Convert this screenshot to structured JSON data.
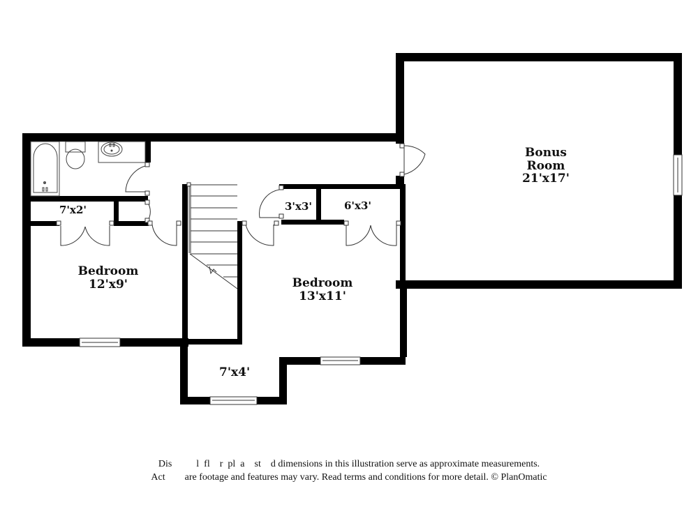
{
  "floorplan": {
    "rooms": [
      {
        "id": "bonus-room",
        "name": "Bonus Room",
        "name_line1": "Bonus",
        "name_line2": "Room",
        "dimensions": "21'x17'"
      },
      {
        "id": "bedroom-left",
        "name": "Bedroom",
        "dimensions": "12'x9'"
      },
      {
        "id": "bedroom-right",
        "name": "Bedroom",
        "dimensions": "13'x11'"
      },
      {
        "id": "closet-left",
        "dimensions": "7'x2'"
      },
      {
        "id": "closet-small",
        "dimensions": "3'x3'"
      },
      {
        "id": "closet-right",
        "dimensions": "6'x3'"
      },
      {
        "id": "alcove",
        "dimensions": "7'x4'"
      }
    ],
    "fixtures": [
      "bathtub",
      "toilet",
      "sink",
      "stairs"
    ],
    "colors": {
      "wall": "#000000",
      "background": "#ffffff",
      "line": "#333333"
    }
  },
  "disclaimer": {
    "line1": "Dis          l  fl    r  pl  a    st    d dimensions in this illustration serve as approximate measurements.",
    "line2": "Act        are footage and features may vary. Read terms and conditions for more detail. © PlanOmatic"
  }
}
